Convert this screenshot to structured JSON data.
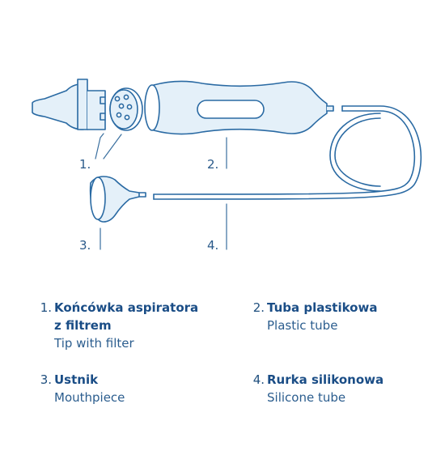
{
  "callouts": [
    "1.",
    "2.",
    "3.",
    "4."
  ],
  "legend": [
    {
      "num": "1.",
      "pl_line1": "Końcówka aspiratora",
      "pl_line2": "z filtrem",
      "en": "Tip with filter"
    },
    {
      "num": "2.",
      "pl_line1": "Tuba plastikowa",
      "en": "Plastic tube"
    },
    {
      "num": "3.",
      "pl_line1": "Ustnik",
      "en": "Mouthpiece"
    },
    {
      "num": "4.",
      "pl_line1": "Rurka silikonowa",
      "en": "Silicone tube"
    }
  ],
  "colors": {
    "stroke": "#2a6aa3",
    "fill": "#e4f0f9",
    "text": "#1a4d86"
  }
}
